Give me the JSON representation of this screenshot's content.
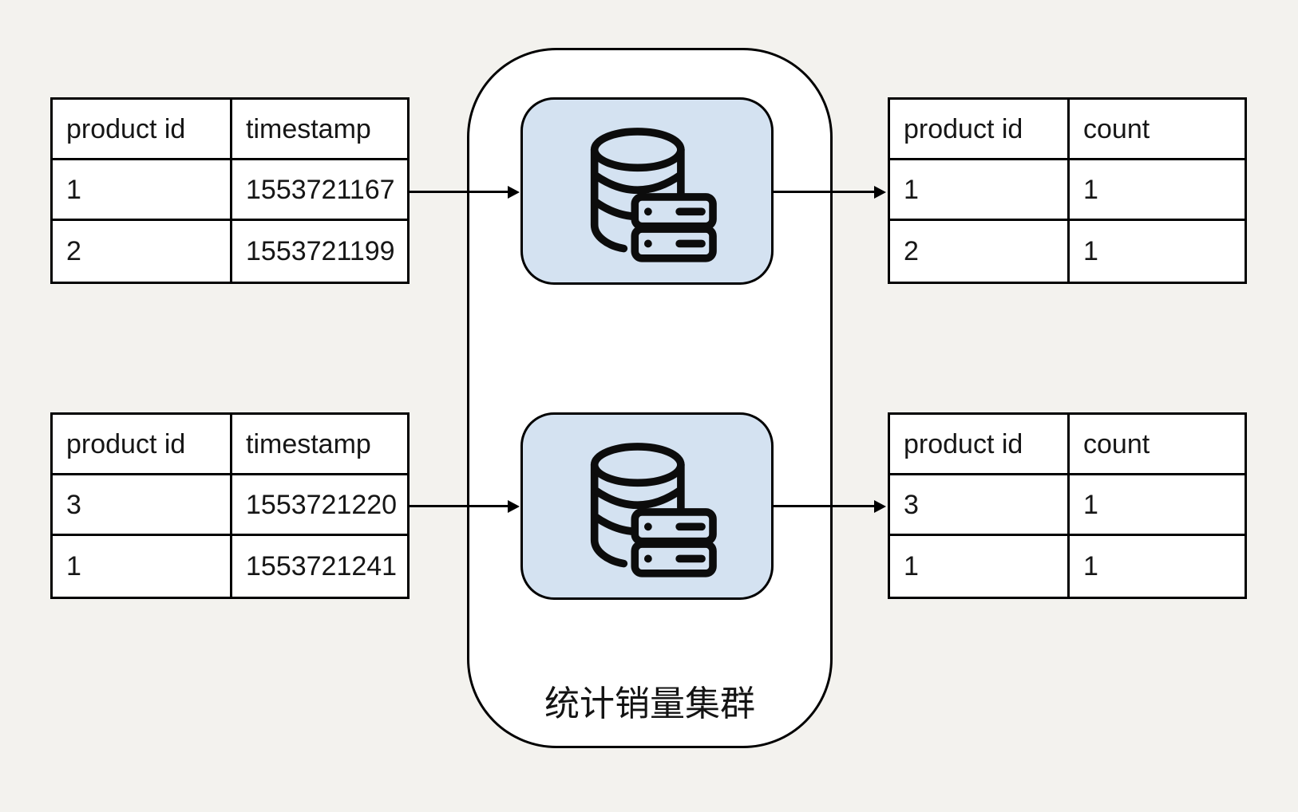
{
  "diagram": {
    "cluster": {
      "label": "统计销量集群"
    },
    "colors": {
      "background": "#f3f2ee",
      "node_fill": "#d4e2f1",
      "stroke": "#000000"
    },
    "icons": {
      "node": "database-server-icon"
    }
  },
  "tables": {
    "input_top": {
      "headers": [
        "product id",
        "timestamp"
      ],
      "rows": [
        [
          "1",
          "1553721167"
        ],
        [
          "2",
          "1553721199"
        ]
      ]
    },
    "input_bottom": {
      "headers": [
        "product id",
        "timestamp"
      ],
      "rows": [
        [
          "3",
          "1553721220"
        ],
        [
          "1",
          "1553721241"
        ]
      ]
    },
    "output_top": {
      "headers": [
        "product id",
        "count"
      ],
      "rows": [
        [
          "1",
          "1"
        ],
        [
          "2",
          "1"
        ]
      ]
    },
    "output_bottom": {
      "headers": [
        "product id",
        "count"
      ],
      "rows": [
        [
          "3",
          "1"
        ],
        [
          "1",
          "1"
        ]
      ]
    }
  }
}
